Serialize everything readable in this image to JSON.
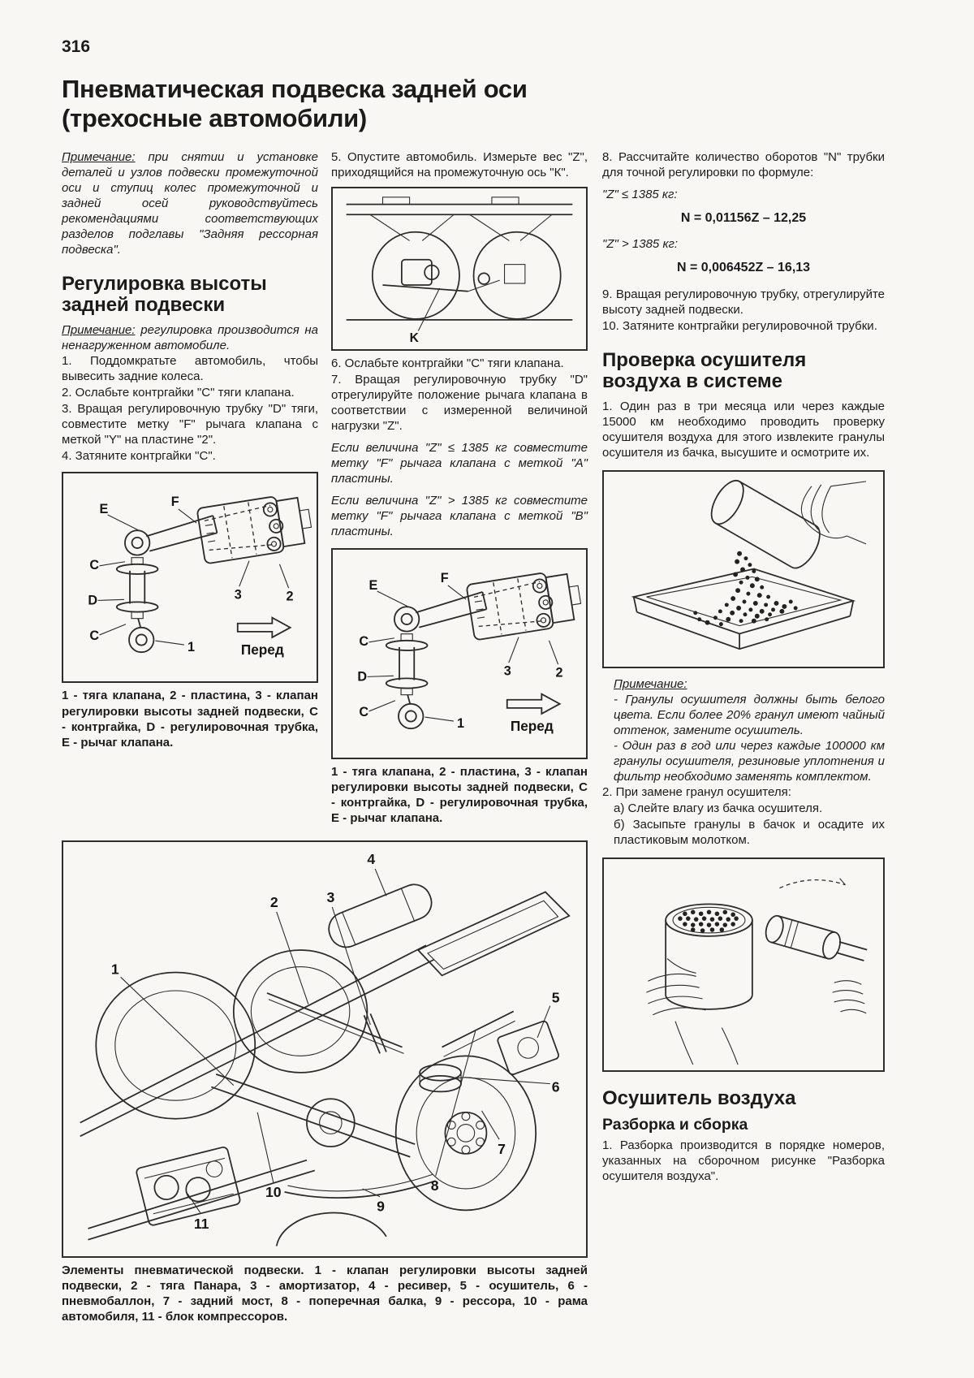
{
  "page": {
    "number": "316",
    "title": "Пневматическая подвеска задней оси (трехосные автомобили)"
  },
  "col1": {
    "note1_label": "Примечание:",
    "note1_text": "при снятии и установке деталей и узлов подвески промежуточной оси и ступиц колес промежуточной и задней осей руководствуйтесь рекомендациями соответствующих разделов подглавы \"Задняя рессорная подвеска\".",
    "heading": "Регулировка высоты задней подвески",
    "note2_label": "Примечание:",
    "note2_text": "регулировка производится на ненагруженном автомобиле.",
    "steps": [
      "1. Поддомкратьте автомобиль, чтобы вывесить задние колеса.",
      "2. Ослабьте контргайки \"C\" тяги клапана.",
      "3. Вращая регулировочную трубку \"D\" тяги, совместите метку \"F\" рычага клапана с меткой \"Y\" на пластине \"2\".",
      "4. Затяните контргайки \"C\"."
    ],
    "fig_caption": "1 - тяга клапана, 2 - пластина, 3 - клапан регулировки высоты задней подвески, C - контргайка, D - регулировочная трубка, E - рычаг клапана."
  },
  "col2": {
    "step5": "5. Опустите автомобиль. Измерьте вес \"Z\", приходящийся на промежуточную ось \"К\".",
    "step6": "6. Ослабьте контргайки \"C\" тяги клапана.",
    "step7": "7. Вращая регулировочную трубку \"D\" отрегулируйте положение рычага клапана в соответствии с измеренной величиной нагрузки \"Z\".",
    "cond_a": "Если величина \"Z\" ≤ 1385 кг совместите метку \"F\" рычага клапана с меткой \"А\" пластины.",
    "cond_b": "Если величина \"Z\" > 1385 кг совместите метку \"F\" рычага клапана с меткой \"В\" пластины.",
    "fig_caption": "1 - тяга клапана, 2 - пластина, 3 - клапан регулировки высоты задней подвески, C - контргайка, D - регулировочная трубка, E - рычаг клапана."
  },
  "valve_fig": {
    "label_e": "E",
    "label_f": "F",
    "label_c": "C",
    "label_d": "D",
    "label_1": "1",
    "label_2": "2",
    "label_3": "3",
    "forward_label": "Перед"
  },
  "axle_fig": {
    "k_label": "K"
  },
  "col3": {
    "step8": "8. Рассчитайте количество оборотов \"N\" трубки для точной регулировки по формуле:",
    "cond1": "\"Z\" ≤ 1385 кг:",
    "formula1": "N = 0,01156Z – 12,25",
    "cond2": "\"Z\" > 1385 кг:",
    "formula2": "N = 0,006452Z – 16,13",
    "step9": "9. Вращая регулировочную трубку, отрегулируйте высоту задней подвески.",
    "step10": "10. Затяните контргайки регулировочной трубки.",
    "dryer_heading": "Проверка осушителя воздуха в системе",
    "dryer_step1": "1. Один раз в три месяца или через каждые 15000 км необходимо проводить проверку осушителя воздуха для этого извлеките гранулы осушителя из бачка, высушите и осмотрите их.",
    "note_label": "Примечание:",
    "note_item1": "- Гранулы осушителя должны быть белого цвета. Если более 20% гранул имеют чайный оттенок, замените осушитель.",
    "note_item2": "- Один раз в год или через каждые 100000 км гранулы осушителя, резиновые уплотнения и фильтр необходимо заменять комплектом.",
    "step2": "2. При замене гранул осушителя:",
    "step2a": "а) Слейте влагу из бачка осушителя.",
    "step2b": "б) Засыпьте гранулы в бачок и осадите их пластиковым молотком.",
    "dryer2_heading": "Осушитель воздуха",
    "dryer2_subheading": "Разборка и сборка",
    "dis_step1": "1. Разборка производится в порядке номеров, указанных на сборочном рисунке \"Разборка осушителя воздуха\"."
  },
  "chassis_fig": {
    "caption": "Элементы пневматической подвески. 1 - клапан регулировки высоты задней подвески, 2 - тяга Панара, 3 - амортизатор, 4 - ресивер, 5 - осушитель, 6 - пневмобаллон, 7 - задний мост, 8 - поперечная балка, 9 - рессора, 10 - рама автомобиля, 11 - блок компрессоров.",
    "callouts": [
      "1",
      "2",
      "3",
      "4",
      "5",
      "6",
      "7",
      "8",
      "9",
      "10",
      "11"
    ]
  }
}
